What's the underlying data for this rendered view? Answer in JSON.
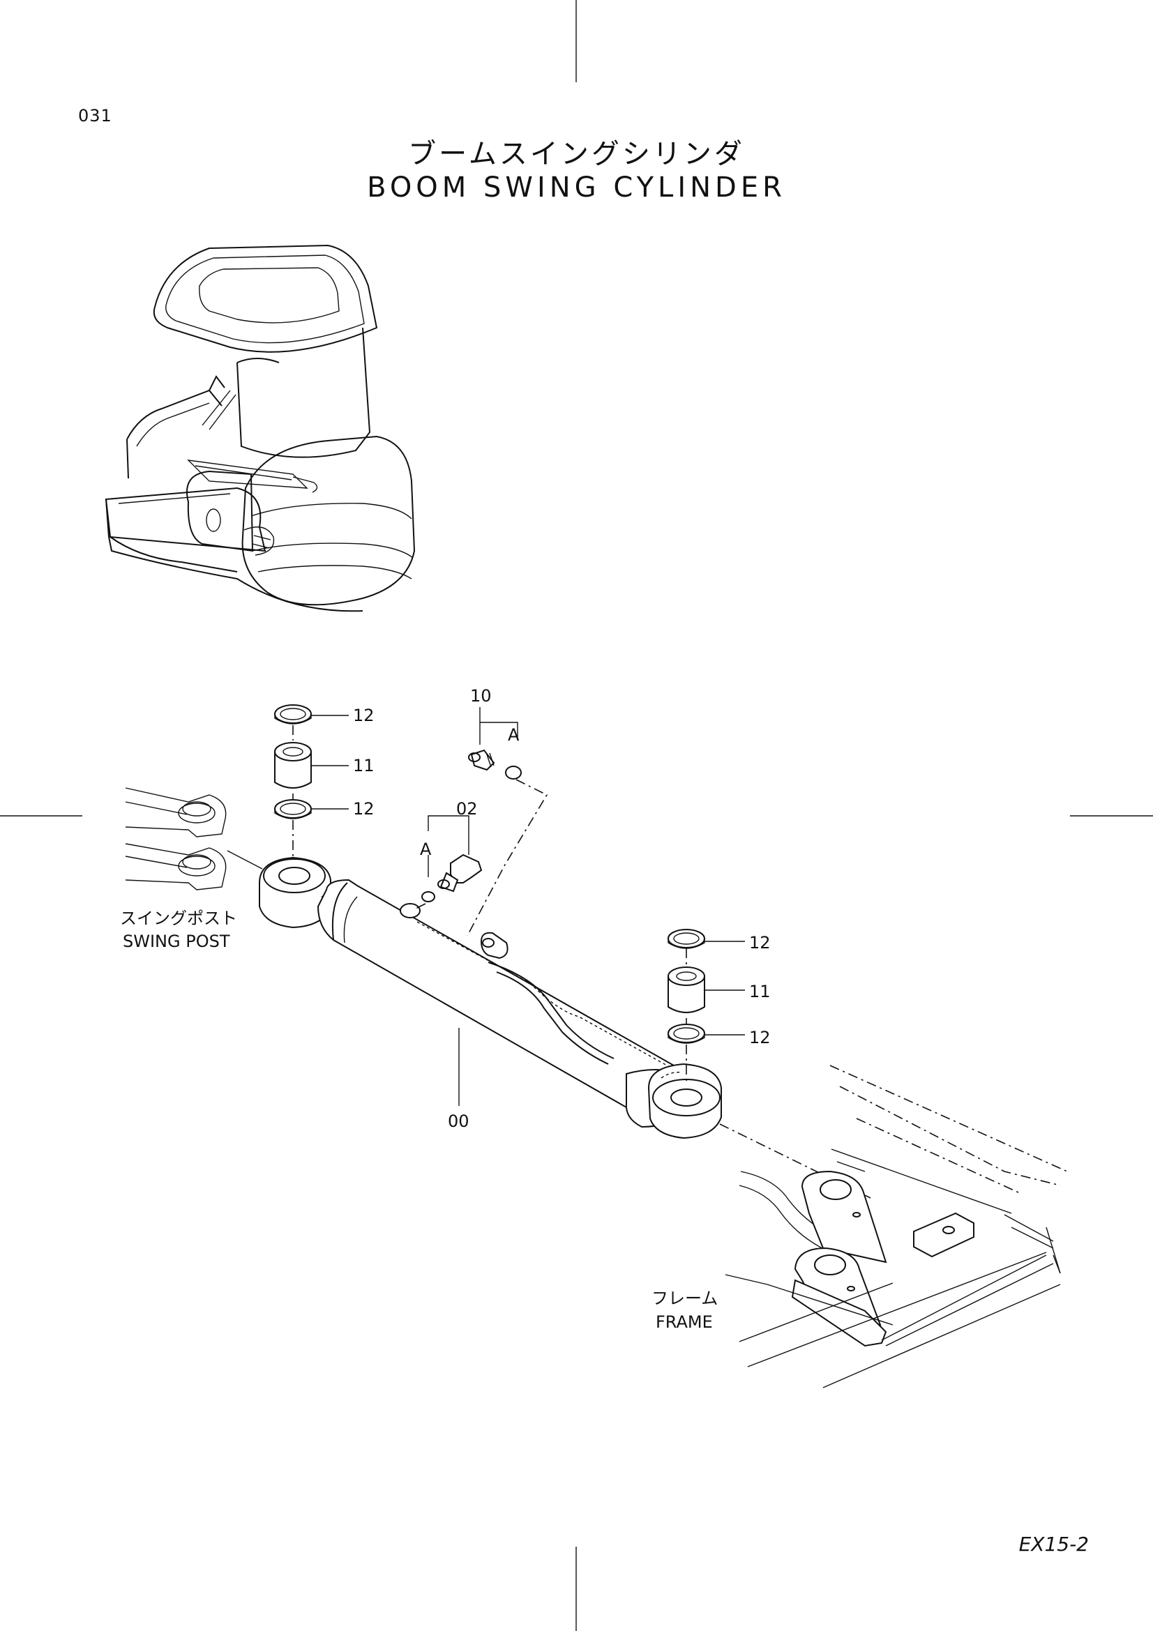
{
  "header": {
    "page_number": "031",
    "title_jp": "ブームスイングシリンダ",
    "title_en": "BOOM  SWING  CYLINDER"
  },
  "labels": {
    "swing_post_jp": "スイングポスト",
    "swing_post_en": "SWING  POST",
    "frame_jp": "フレーム",
    "frame_en": "FRAME"
  },
  "callouts": {
    "c12a": "12",
    "c11a": "11",
    "c12b": "12",
    "c10": "10",
    "cA1": "A",
    "c02": "02",
    "cA2": "A",
    "c12c": "12",
    "c11b": "11",
    "c12d": "12",
    "c00": "00"
  },
  "footer": {
    "model": "EX15-2"
  }
}
